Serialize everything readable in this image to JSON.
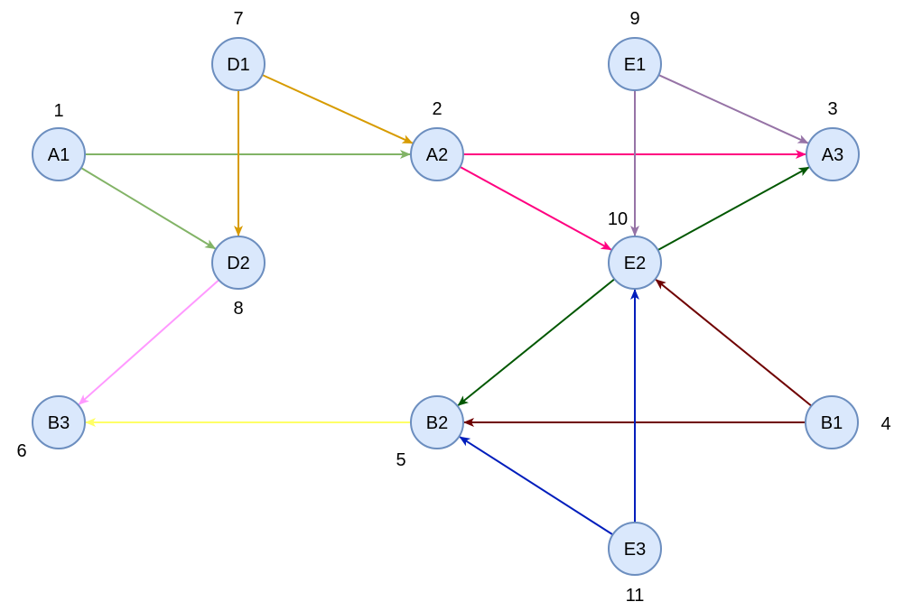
{
  "nodes": [
    {
      "id": "A1",
      "label": "A1",
      "number": "1"
    },
    {
      "id": "A2",
      "label": "A2",
      "number": "2"
    },
    {
      "id": "A3",
      "label": "A3",
      "number": "3"
    },
    {
      "id": "B1",
      "label": "B1",
      "number": "4"
    },
    {
      "id": "B2",
      "label": "B2",
      "number": "5"
    },
    {
      "id": "B3",
      "label": "B3",
      "number": "6"
    },
    {
      "id": "D1",
      "label": "D1",
      "number": "7"
    },
    {
      "id": "D2",
      "label": "D2",
      "number": "8"
    },
    {
      "id": "E1",
      "label": "E1",
      "number": "9"
    },
    {
      "id": "E2",
      "label": "E2",
      "number": "10"
    },
    {
      "id": "E3",
      "label": "E3",
      "number": "11"
    }
  ],
  "edges": [
    {
      "from": "A1",
      "to": "A2",
      "color": "#82b366"
    },
    {
      "from": "A1",
      "to": "D2",
      "color": "#82b366"
    },
    {
      "from": "D1",
      "to": "A2",
      "color": "#d79b00"
    },
    {
      "from": "D1",
      "to": "D2",
      "color": "#d79b00"
    },
    {
      "from": "A2",
      "to": "A3",
      "color": "#ff0080"
    },
    {
      "from": "A2",
      "to": "E2",
      "color": "#ff0080"
    },
    {
      "from": "E1",
      "to": "A3",
      "color": "#9673a6"
    },
    {
      "from": "E1",
      "to": "E2",
      "color": "#9673a6"
    },
    {
      "from": "E2",
      "to": "A3",
      "color": "#005700"
    },
    {
      "from": "E2",
      "to": "B2",
      "color": "#005700"
    },
    {
      "from": "B1",
      "to": "E2",
      "color": "#6f0000"
    },
    {
      "from": "B1",
      "to": "B2",
      "color": "#6f0000"
    },
    {
      "from": "E3",
      "to": "E2",
      "color": "#001dbc"
    },
    {
      "from": "E3",
      "to": "B2",
      "color": "#001dbc"
    },
    {
      "from": "D2",
      "to": "B3",
      "color": "#ff99ff"
    },
    {
      "from": "B2",
      "to": "B3",
      "color": "#ffff66"
    }
  ],
  "colors": {
    "node_fill": "#dae8fc",
    "node_stroke": "#6c8ebf"
  }
}
